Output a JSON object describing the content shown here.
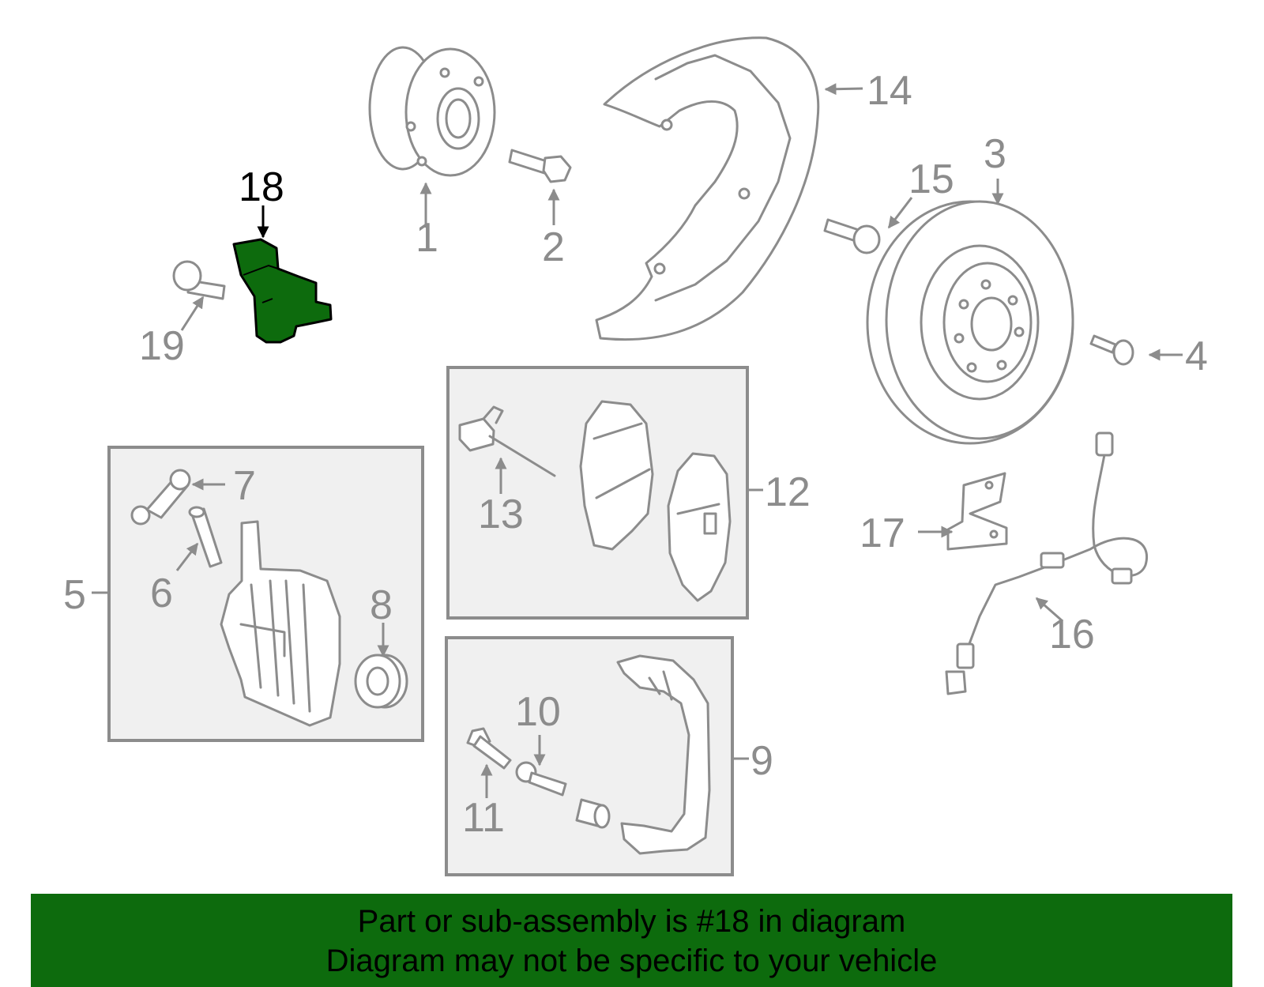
{
  "diagram": {
    "callouts": {
      "c1": "1",
      "c2": "2",
      "c3": "3",
      "c4": "4",
      "c5": "5",
      "c6": "6",
      "c7": "7",
      "c8": "8",
      "c9": "9",
      "c10": "10",
      "c11": "11",
      "c12": "12",
      "c13": "13",
      "c14": "14",
      "c15": "15",
      "c16": "16",
      "c17": "17",
      "c18": "18",
      "c19": "19"
    },
    "highlighted_part": "18",
    "colors": {
      "highlight_part": "#0d6b0d",
      "banner": "#0d6b0d",
      "outline": "#8c8c8c",
      "box_fill": "#f0f0f0"
    }
  },
  "banner": {
    "line1": "Part or sub-assembly is #18 in diagram",
    "line2": "Diagram may not be specific to your vehicle"
  }
}
